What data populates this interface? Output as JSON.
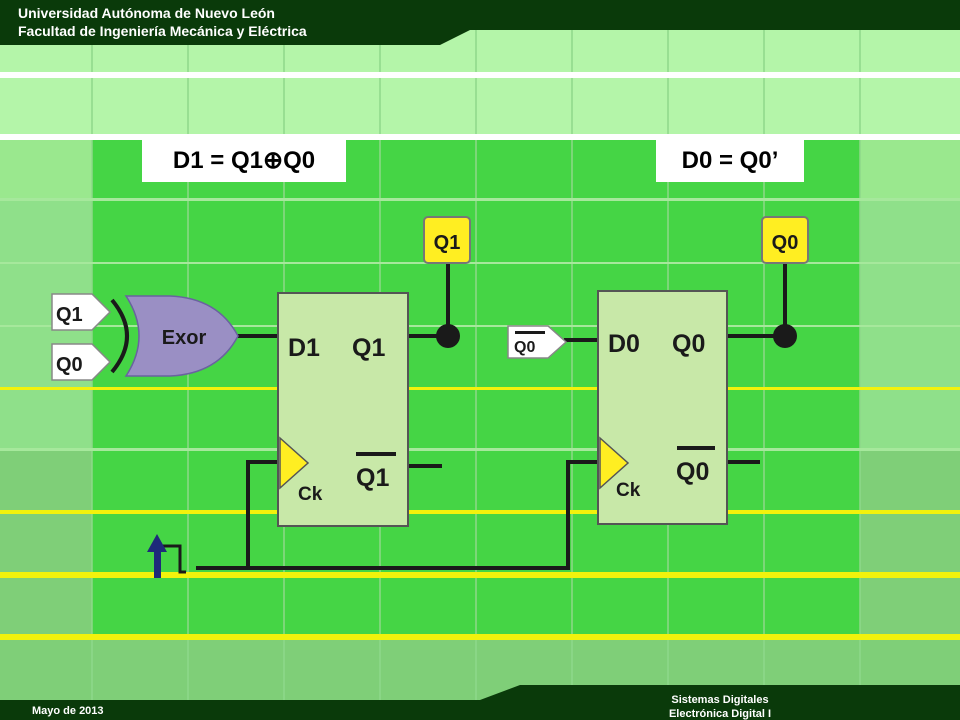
{
  "header": {
    "university": "Universidad Autónoma de Nuevo León",
    "faculty": "Facultad de Ingeniería Mecánica y Eléctrica"
  },
  "footer": {
    "date": "Mayo de 2013",
    "course_line1": "Sistemas Digitales",
    "course_line2": "Electrónica Digital I"
  },
  "equations": {
    "d1_left": "D1 = Q1",
    "d1_op": "⊕",
    "d1_right": "Q0",
    "d0": "D0 = Q0’"
  },
  "circuit": {
    "gate_label": "Exor",
    "gate_input_1": "Q1",
    "gate_input_2": "Q0",
    "ff1": {
      "d": "D1",
      "q": "Q1",
      "qbar": "Q1",
      "clk": "Ck"
    },
    "ff0": {
      "d": "D0",
      "q": "Q0",
      "qbar": "Q0",
      "clk": "Ck"
    },
    "ff0_input": "Q0",
    "output_q1": "Q1",
    "output_q0": "Q0"
  },
  "colors": {
    "header_green": "#0a3a0a",
    "grid_green": "#45d545",
    "light_green": "#b4f5a9",
    "yellow_line": "#f2f20c",
    "flag_yellow": "#ffee22",
    "gate_purple": "#9a8fc4",
    "ff_fill": "#c8e8a8",
    "clock_arrow": "#1e2a7a"
  }
}
